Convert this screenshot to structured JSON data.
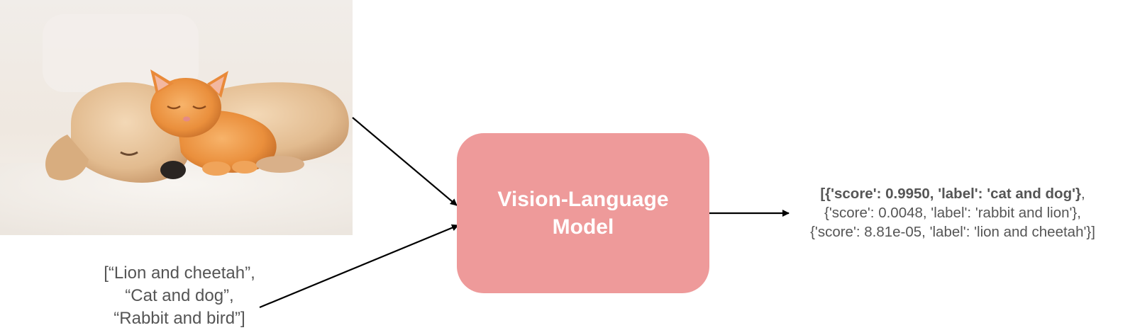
{
  "model": {
    "label": "Vision-Language\nModel",
    "color": "#ee9a9a"
  },
  "input_image": {
    "icon": "cat-and-dog-photo"
  },
  "text_inputs": [
    "[“Lion and cheetah”,",
    "“Cat and dog”,",
    "“Rabbit and bird”]"
  ],
  "output": {
    "open": "[",
    "top": "{'score': 0.9950, 'label': 'cat and dog'}",
    "comma": ",",
    "line2": "{'score': 0.0048, 'label': 'rabbit and lion'},",
    "line3": "{'score': 8.81e-05, 'label': 'lion and cheetah'}]"
  },
  "colors": {
    "arrow": "#000000",
    "text": "#555555"
  }
}
